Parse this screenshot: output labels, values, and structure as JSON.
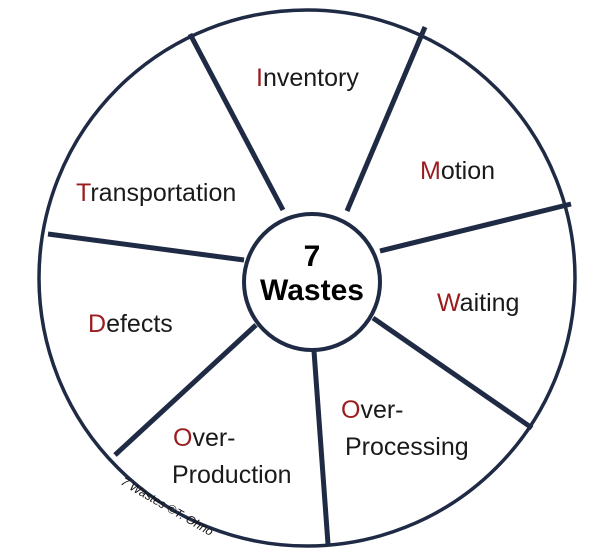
{
  "colors": {
    "outline": "#1f2a44",
    "initial_letter": "#9b1c1f",
    "text": "#1a1a1a",
    "background": "#ffffff"
  },
  "hub": {
    "line1": "7",
    "line2": "Wastes"
  },
  "segments": [
    {
      "initial": "I",
      "rest": "nventory"
    },
    {
      "initial": "M",
      "rest": "otion"
    },
    {
      "initial": "W",
      "rest": "aiting"
    },
    {
      "initial": "O",
      "rest": "ver-",
      "line2": "Processing"
    },
    {
      "initial": "O",
      "rest": "ver-",
      "line2": "Production"
    },
    {
      "initial": "D",
      "rest": "efects"
    },
    {
      "initial": "T",
      "rest": "ransportation"
    }
  ],
  "copyright": "7 Wastes ©T. Ohno"
}
